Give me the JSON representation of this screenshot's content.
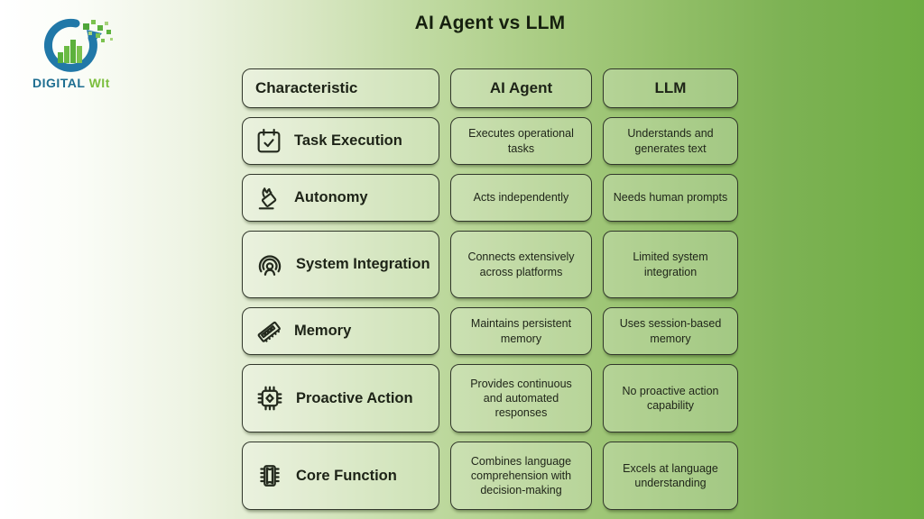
{
  "logo": {
    "brand_primary": "DIGITAL",
    "brand_secondary": "WIt"
  },
  "title": "AI Agent vs LLM",
  "table": {
    "headers": [
      "Characteristic",
      "AI Agent",
      "LLM"
    ],
    "rows": [
      {
        "icon": "calendar-check-icon",
        "characteristic": "Task Execution",
        "ai_agent": "Executes operational tasks",
        "llm": "Understands and generates text"
      },
      {
        "icon": "hand-ballot-icon",
        "characteristic": "Autonomy",
        "ai_agent": "Acts independently",
        "llm": "Needs human prompts"
      },
      {
        "icon": "person-broadcast-icon",
        "characteristic": "System Integration",
        "ai_agent": "Connects extensively across platforms",
        "llm": "Limited system integration"
      },
      {
        "icon": "ram-stick-icon",
        "characteristic": "Memory",
        "ai_agent": "Maintains persistent memory",
        "llm": "Uses session-based memory"
      },
      {
        "icon": "chip-diamond-icon",
        "characteristic": "Proactive Action",
        "ai_agent": "Provides continuous and automated responses",
        "llm": "No proactive action capability"
      },
      {
        "icon": "ic-chip-icon",
        "characteristic": "Core Function",
        "ai_agent": "Combines language comprehension with decision-making",
        "llm": "Excels at language understanding"
      }
    ]
  },
  "colors": {
    "background_right_green": "#6ead43",
    "background_left": "#ffffff",
    "cell_border": "#30362a",
    "cell_fill": "rgba(255,255,255,0.24)",
    "text": "#1d2317",
    "logo_blue": "#1e6e91",
    "logo_arrow_blue": "#2178a8",
    "logo_green": "#7cbe3e"
  }
}
